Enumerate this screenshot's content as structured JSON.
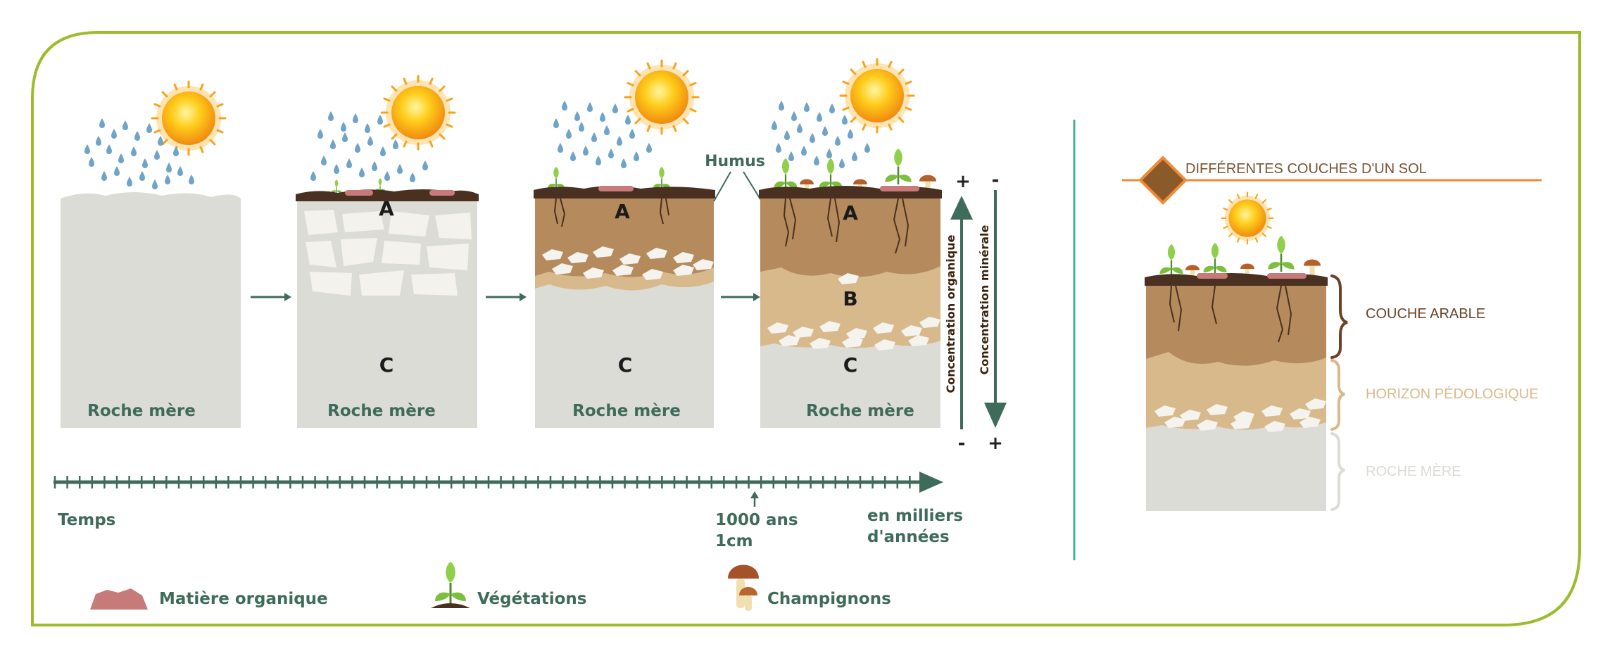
{
  "soil_columns": [
    {
      "base": "Roche mère",
      "horizons": []
    },
    {
      "base": "Roche mère",
      "horizons": [
        "A",
        "C"
      ]
    },
    {
      "base": "Roche mère",
      "horizons": [
        "A",
        "C"
      ],
      "annotation": "Humus"
    },
    {
      "base": "Roche mère",
      "horizons": [
        "A",
        "B",
        "C"
      ]
    }
  ],
  "concentration": {
    "organique": "Concentration organique",
    "minerale": "Concentration minérale",
    "plus": "+",
    "minus": "-"
  },
  "timeline": {
    "start_label": "Temps",
    "marker_line1": "1000 ans",
    "marker_line2": "1cm",
    "end_line1": "en milliers",
    "end_line2": "d'années"
  },
  "legend": [
    {
      "icon": "organic-matter-icon",
      "label": "Matière organique"
    },
    {
      "icon": "plant-icon",
      "label": "Végétations"
    },
    {
      "icon": "mushroom-icon",
      "label": "Champignons"
    }
  ],
  "side_panel": {
    "title": "DIFFÉRENTES COUCHES D'UN SOL",
    "layers": [
      {
        "label": "COUCHE ARABLE",
        "color": "#6b4226"
      },
      {
        "label": "HORIZON PÉDOLOGIQUE",
        "color": "#d9b98a"
      },
      {
        "label": "ROCHE MÈRE",
        "color": "#dcdcd6"
      }
    ]
  },
  "colors": {
    "frame": "#9bbd2c",
    "divider": "#3fb58f",
    "arrow": "#3f6b5a",
    "rock": "#dcdcd6",
    "horizonA": "#b58a5c",
    "horizonB": "#d7b98c",
    "title_line": "#f08a35",
    "diamond": "#8a5a2a"
  }
}
